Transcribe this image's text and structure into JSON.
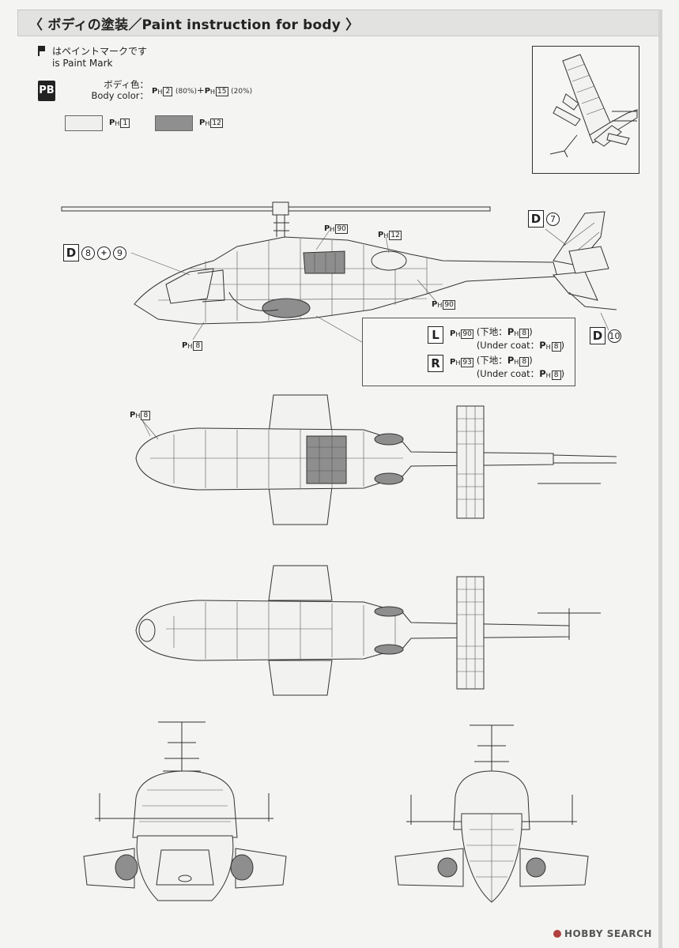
{
  "header": {
    "title": "〈 ボディの塗装／Paint instruction for body 〉"
  },
  "legend": {
    "paint_mark_jp": "はペイントマークです",
    "paint_mark_en": "is Paint Mark"
  },
  "body_color": {
    "badge": "PB",
    "label_jp": "ボディ色：",
    "label_en": "Body color：",
    "code_a": "2",
    "pct_a": "(80%)",
    "plus": "+",
    "code_b": "15",
    "pct_b": "(20%)",
    "ph_prefix": "P",
    "ph_sub": "H"
  },
  "swatches": [
    {
      "code": "1",
      "color": "#efefed"
    },
    {
      "code": "12",
      "color": "#8f8f8f"
    }
  ],
  "callouts": {
    "d_top_letter": "D",
    "d_top_num": "7",
    "d_left_letter": "D",
    "d_left_num1": "8",
    "d_left_num2": "9",
    "d_right_letter": "D",
    "d_right_num": "10",
    "ph90_top": "90",
    "ph12_top": "12",
    "ph90_tail": "90",
    "ph8_side": "8",
    "ph8_topview": "8"
  },
  "lights": {
    "left": {
      "badge": "L",
      "code": "90",
      "jp": "(下地：",
      "en": "(Under coat：",
      "under": "8",
      "close": ")"
    },
    "right": {
      "badge": "R",
      "code": "93",
      "jp": "(下地：",
      "en": "(Under coat：",
      "under": "8",
      "close": ")"
    }
  },
  "watermark": {
    "text": "HOBBY SEARCH"
  }
}
